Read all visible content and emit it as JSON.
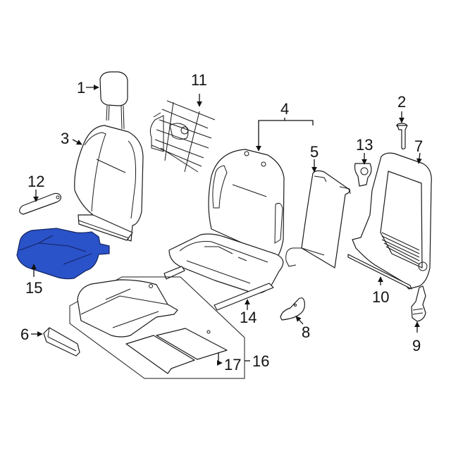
{
  "diagram": {
    "type": "exploded-parts-diagram",
    "subject": "Front seat assembly",
    "highlight_color": "#2a52c9",
    "highlighted_part": "15",
    "callouts": [
      {
        "id": "1",
        "label": "1",
        "part": "headrest"
      },
      {
        "id": "2",
        "label": "2",
        "part": "headrest-guide"
      },
      {
        "id": "3",
        "label": "3",
        "part": "seat-back-cover"
      },
      {
        "id": "4",
        "label": "4",
        "part": "seat-assembly"
      },
      {
        "id": "5",
        "label": "5",
        "part": "seat-back-panel"
      },
      {
        "id": "6",
        "label": "6",
        "part": "trim-bracket"
      },
      {
        "id": "7",
        "label": "7",
        "part": "seat-back-frame"
      },
      {
        "id": "8",
        "label": "8",
        "part": "recliner-handle"
      },
      {
        "id": "9",
        "label": "9",
        "part": "motor"
      },
      {
        "id": "10",
        "label": "10",
        "part": "rod"
      },
      {
        "id": "11",
        "label": "11",
        "part": "lumbar-support"
      },
      {
        "id": "12",
        "label": "12",
        "part": "armrest"
      },
      {
        "id": "13",
        "label": "13",
        "part": "guide-bracket"
      },
      {
        "id": "14",
        "label": "14",
        "part": "seat-track"
      },
      {
        "id": "15",
        "label": "15",
        "part": "cushion-cover"
      },
      {
        "id": "16",
        "label": "16",
        "part": "cushion-assembly"
      },
      {
        "id": "17",
        "label": "17",
        "part": "heater-element"
      }
    ]
  }
}
